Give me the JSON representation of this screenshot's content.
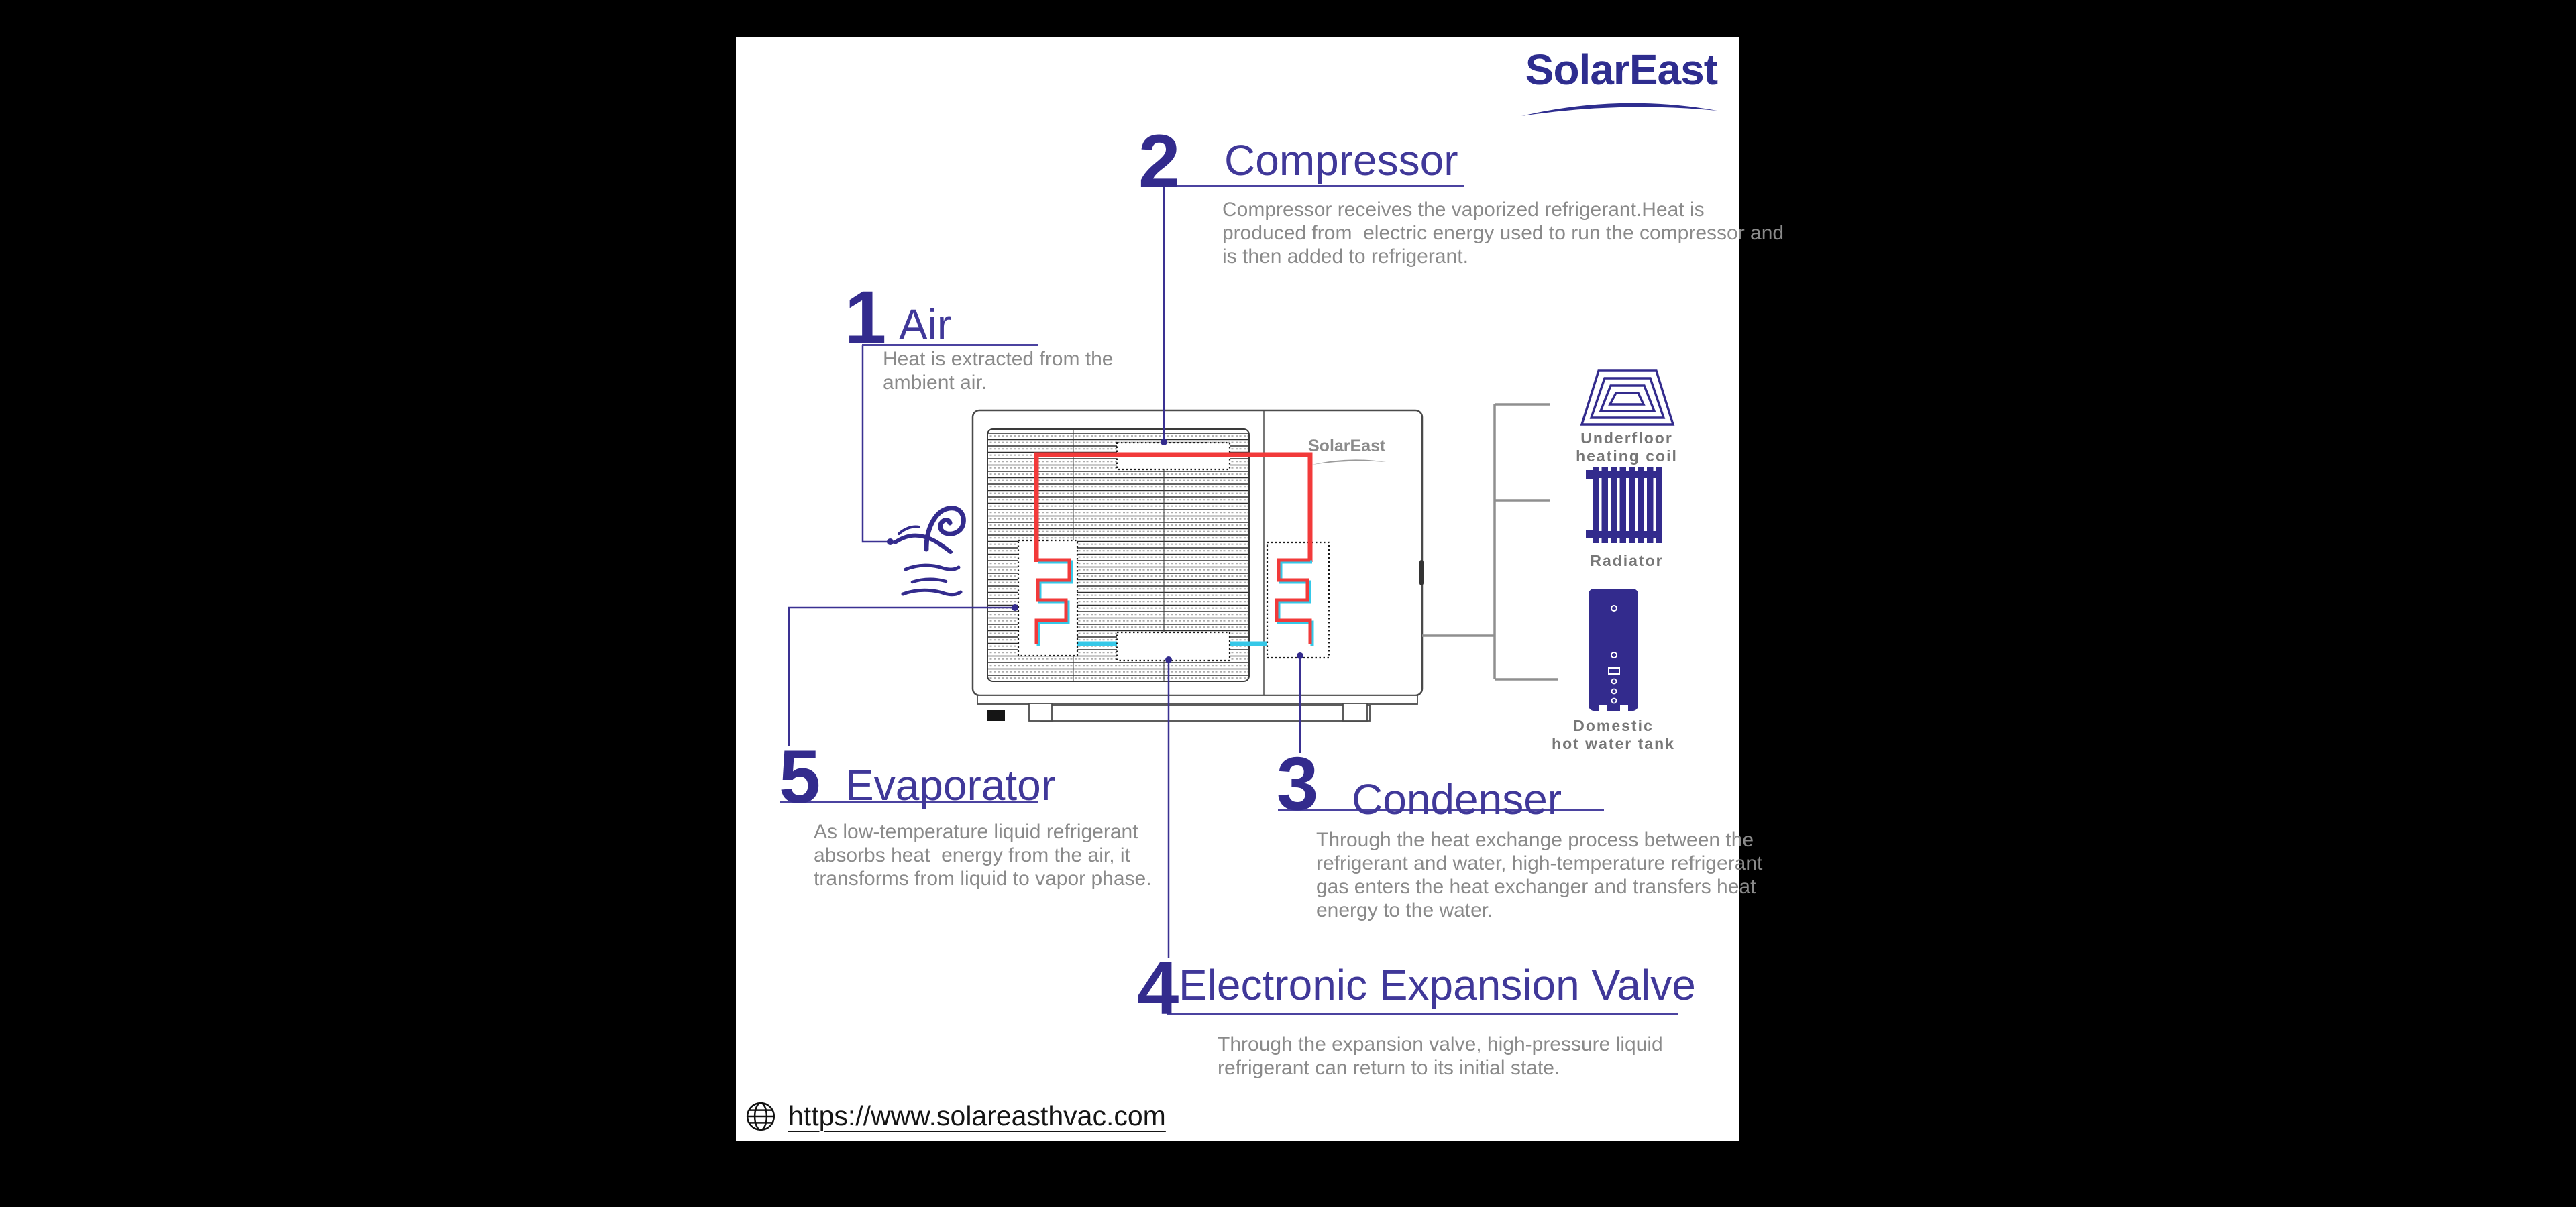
{
  "colors": {
    "page_bg": "#000000",
    "canvas_bg": "#ffffff",
    "accent_indigo": "#332b8d",
    "heading_indigo": "#403899",
    "body_gray": "#8a8a8a",
    "pipe_hot_red": "#f23a3a",
    "pipe_cold_cyan": "#35c8e8",
    "connector_gray": "#8f8f8f",
    "link_black": "#151515"
  },
  "logo": {
    "text": "SolarEast"
  },
  "unit": {
    "brand": "SolarEast"
  },
  "sections": {
    "air": {
      "number": "1",
      "title": "Air",
      "lines": [
        "Heat is extracted from the",
        "ambient air."
      ]
    },
    "compressor": {
      "number": "2",
      "title": "Compressor",
      "lines": [
        "Compressor receives the vaporized refrigerant.Heat is",
        "produced from  electric energy used to run the compressor and",
        "is then added to refrigerant."
      ]
    },
    "condenser": {
      "number": "3",
      "title": "Condenser",
      "lines": [
        "Through the heat exchange process between the",
        "refrigerant and water, high-temperature refrigerant",
        "gas enters the heat exchanger and transfers heat",
        "energy to the water."
      ]
    },
    "expansion_valve": {
      "number": "4",
      "title": "Electronic Expansion Valve",
      "lines": [
        "Through the expansion valve, high-pressure liquid",
        "refrigerant can return to its initial state."
      ]
    },
    "evaporator": {
      "number": "5",
      "title": "Evaporator",
      "lines": [
        "As low-temperature liquid refrigerant",
        "absorbs heat  energy from the air, it",
        "transforms from liquid to vapor phase."
      ]
    }
  },
  "outputs": {
    "underfloor": {
      "lines": [
        "Underfloor",
        "heating coil"
      ]
    },
    "radiator": {
      "label": "Radiator"
    },
    "tank": {
      "lines": [
        "Domestic",
        "hot water tank"
      ]
    }
  },
  "footer": {
    "url": "https://www.solareasthvac.com"
  },
  "icons": {
    "wind": "wind-icon",
    "globe": "globe-icon",
    "underfloor": "underfloor-heating-coil-icon",
    "radiator": "radiator-icon",
    "tank": "domestic-hot-water-tank-icon"
  }
}
